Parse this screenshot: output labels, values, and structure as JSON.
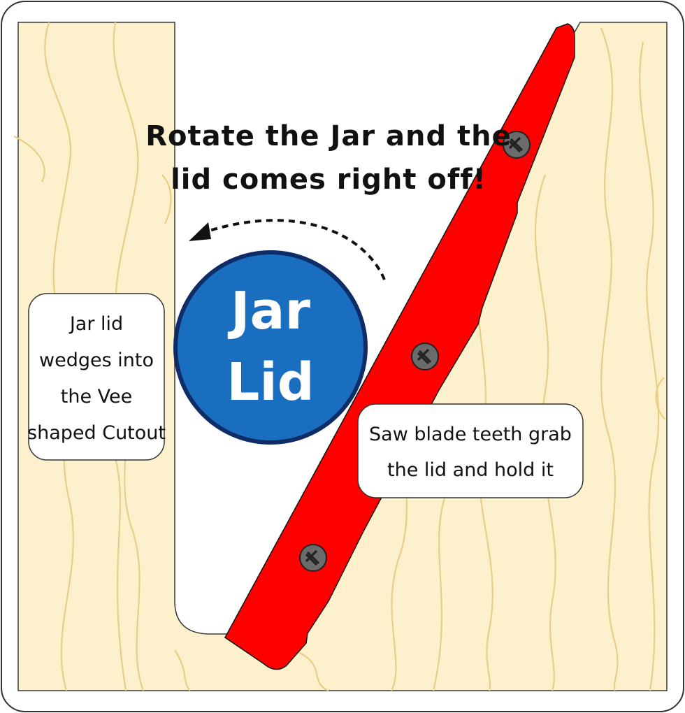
{
  "headline": {
    "line1": "Rotate the Jar and the",
    "line2": "lid comes right off!"
  },
  "jar_lid": {
    "line1": "Jar",
    "line2": "Lid"
  },
  "left_note": {
    "line1": "Jar lid",
    "line2": "wedges into",
    "line3": "the Vee",
    "line4": "shaped Cutout"
  },
  "right_note": {
    "line1": "Saw blade teeth grab",
    "line2": "the lid and hold it"
  },
  "colors": {
    "wood": "#fdf0cc",
    "grain": "#e8cf86",
    "blade": "#ff0000",
    "lid_fill": "#1a6ebf",
    "lid_ring": "#0e2c66",
    "screw": "#6b6b6b"
  },
  "icons": {
    "rotation_arrow": "curved-arrow-icon",
    "screw": "screw-icon"
  }
}
